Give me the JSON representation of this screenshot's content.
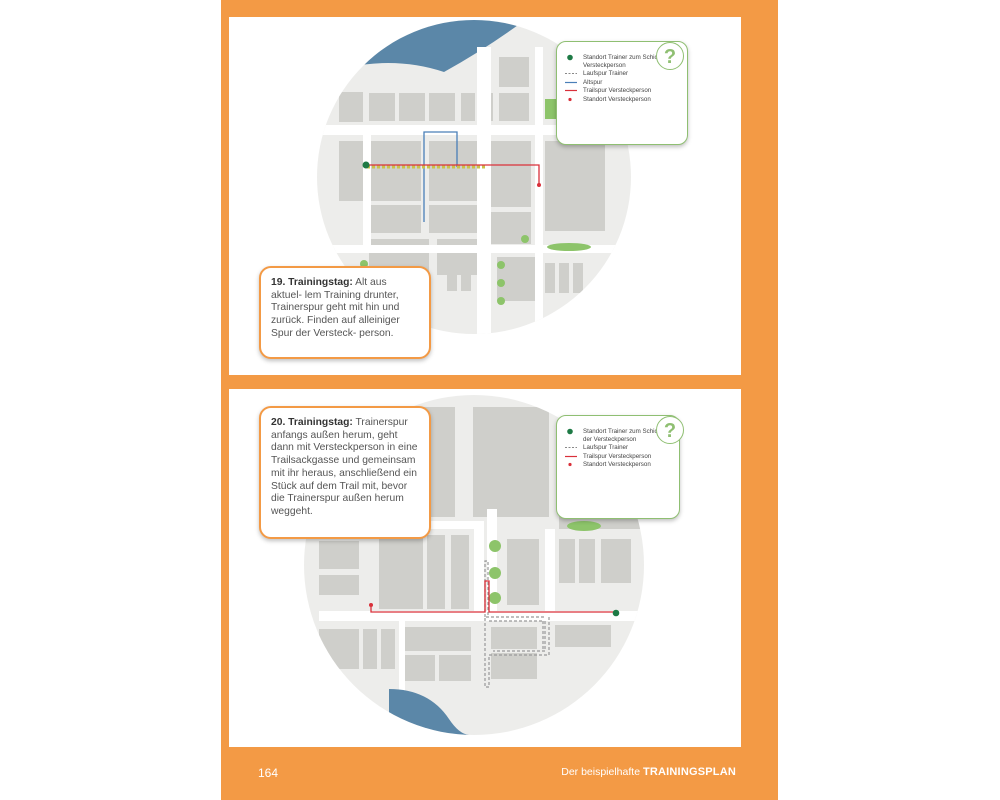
{
  "panels": [
    {
      "day_label": "19. Trainingstag:",
      "description": " Alt aus aktuel- lem Training drunter, Trainerspur geht mit hin und zurück. Finden auf alleiniger Spur der Versteck- person.",
      "legend": [
        {
          "symbol": "dot-green",
          "label": "Standort Trainer zum Schicken der Versteckperson"
        },
        {
          "symbol": "dashed-gray",
          "label": "Laufspur Trainer"
        },
        {
          "symbol": "line-blue",
          "label": "Altspur"
        },
        {
          "symbol": "line-red",
          "label": "Trailspur Versteckperson"
        },
        {
          "symbol": "dot-red",
          "label": "Standort Versteckperson"
        }
      ]
    },
    {
      "day_label": "20. Trainingstag:",
      "description": " Trainerspur anfangs außen herum, geht dann mit Versteckperson in eine Trailsackgasse und gemeinsam mit ihr heraus, anschließend ein Stück auf dem Trail mit, bevor die Trainerspur außen herum weggeht.",
      "legend": [
        {
          "symbol": "dot-green",
          "label": "Standort Trainer zum Schicken der Versteckperson"
        },
        {
          "symbol": "dashed-gray",
          "label": "Laufspur Trainer"
        },
        {
          "symbol": "line-red",
          "label": "Trailspur Versteckperson"
        },
        {
          "symbol": "dot-red",
          "label": "Standort Versteckperson"
        }
      ]
    }
  ],
  "question_mark": "?",
  "footer": {
    "page_number": "164",
    "title_prefix": "Der beispielhafte ",
    "title_bold": "TRAININGSPLAN"
  },
  "colors": {
    "accent_orange": "#f39a45",
    "trainer_green": "#1e7a45",
    "altspur_blue": "#4a7fb8",
    "trail_red": "#d9303a",
    "water_blue": "#5b87a8",
    "park_green": "#8dc46a",
    "block_gray": "#cfcfcb"
  }
}
